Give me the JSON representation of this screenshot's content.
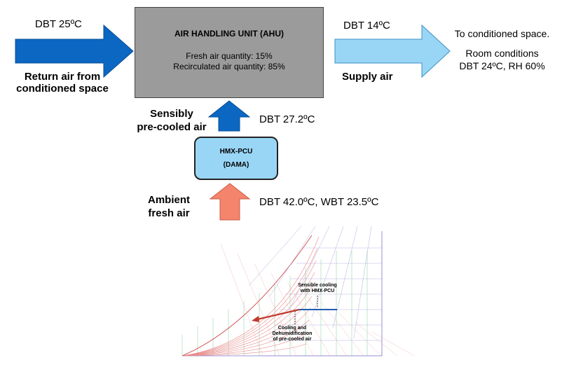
{
  "return_air": {
    "temp": "DBT 25ºC",
    "label_line1": "Return air from",
    "label_line2": "conditioned space",
    "color": "#0b67c2"
  },
  "ahu": {
    "title": "AIR HANDLING UNIT (AHU)",
    "fresh_air": "Fresh air quantity: 15%",
    "recirc_air": "Recirculated air quantity: 85%",
    "color": "#9b9b9b"
  },
  "supply_air": {
    "temp": "DBT 14ºC",
    "label": "Supply air",
    "color": "#99d6f5"
  },
  "conditioned_space": {
    "line1": "To conditioned space.",
    "line2": "Room conditions",
    "line3": "DBT 24ºC, RH 60%"
  },
  "precooled": {
    "label_line1": "Sensibly",
    "label_line2": "pre-cooled air",
    "temp": "DBT 27.2ºC",
    "color": "#0b67c2"
  },
  "hmx": {
    "line1": "HMX-PCU",
    "line2": "(DAMA)",
    "color": "#99d6f5"
  },
  "ambient": {
    "label_line1": "Ambient",
    "label_line2": "fresh air",
    "temp": "DBT 42.0ºC,  WBT 23.5ºC",
    "color": "#f4846c"
  },
  "psychro": {
    "sensible_line1": "Sensible cooling",
    "sensible_line2": "with HMX-PCU",
    "dehum_line1": "Cooling and",
    "dehum_line2": "Dehumidification",
    "dehum_line3": "of pre-cooled air",
    "sensible_color": "#1f5fb0",
    "dehum_color": "#c0392b"
  }
}
